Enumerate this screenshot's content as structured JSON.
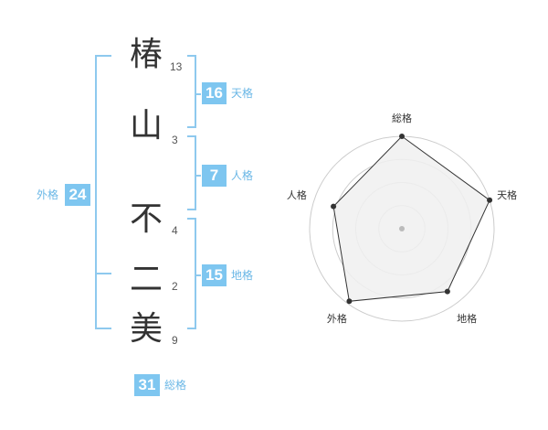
{
  "name_chars": [
    {
      "char": "椿",
      "strokes": "13"
    },
    {
      "char": "山",
      "strokes": "3"
    },
    {
      "char": "不",
      "strokes": "4"
    },
    {
      "char": "二",
      "strokes": "2"
    },
    {
      "char": "美",
      "strokes": "9"
    }
  ],
  "fortunes": {
    "tenkaku": {
      "value": "16",
      "label": "天格"
    },
    "jinkaku": {
      "value": "7",
      "label": "人格"
    },
    "chikaku": {
      "value": "15",
      "label": "地格"
    },
    "gaikaku": {
      "value": "24",
      "label": "外格"
    },
    "soukaku": {
      "value": "31",
      "label": "総格"
    }
  },
  "chart_data": {
    "type": "radar",
    "axes": [
      "総格",
      "天格",
      "地格",
      "外格",
      "人格"
    ],
    "values": [
      1.0,
      1.0,
      0.84,
      0.97,
      0.78
    ],
    "scale_max": 1.0,
    "rings": 4,
    "colors": {
      "fill": "#f0f0f0",
      "line": "#333333",
      "ring": "#cccccc",
      "center_dot": "#bbbbbb",
      "accent": "#7ec6f0"
    }
  }
}
